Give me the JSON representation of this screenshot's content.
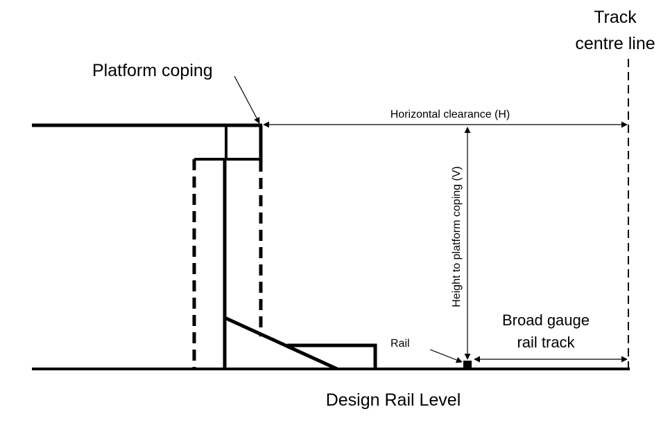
{
  "labels": {
    "track_centre_line_1": "Track",
    "track_centre_line_2": "centre line",
    "platform_coping": "Platform coping",
    "horizontal_clearance": "Horizontal clearance (H)",
    "height_to_coping": "Height to platform coping (V)",
    "broad_gauge_1": "Broad gauge",
    "broad_gauge_2": "rail track",
    "rail": "Rail",
    "design_rail_level": "Design Rail Level"
  }
}
